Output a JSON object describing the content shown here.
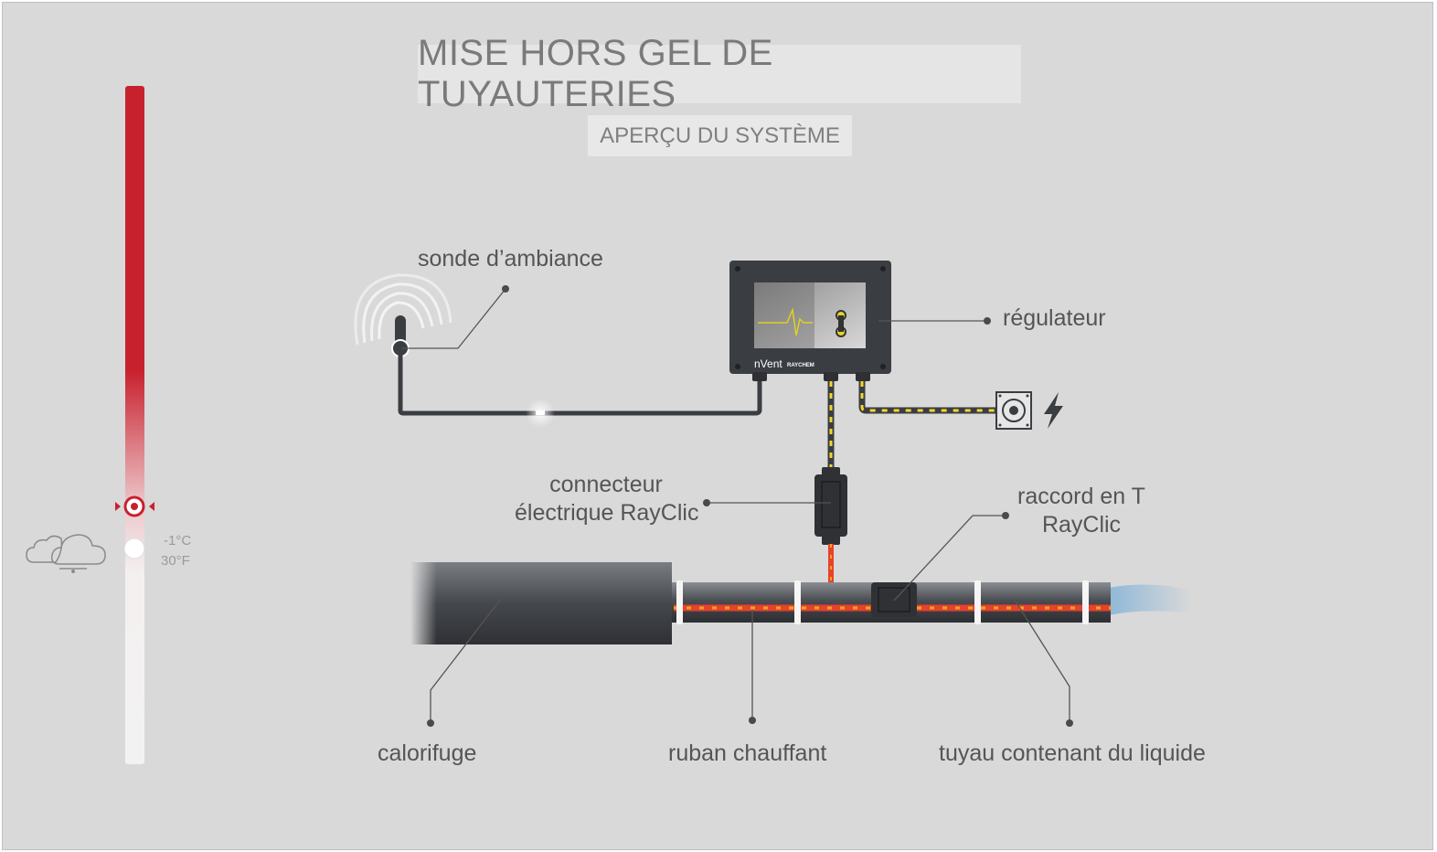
{
  "title": "MISE HORS GEL DE TUYAUTERIES",
  "subtitle": "APERÇU DU SYSTÈME",
  "colors": {
    "background": "#d9d9d9",
    "accent_red": "#c8212e",
    "heating_tape": "#e8412c",
    "tape_dots": "#f2a81d",
    "power_cable_stripe": "#f2d82b",
    "dark_equipment": "#3a3d42",
    "liquid": "#8fb8d8"
  },
  "temperature": {
    "celsius": "-1°C",
    "fahrenheit": "30°F",
    "weather_icon": "cloud-snow-icon",
    "setpoint_icon": "target-icon"
  },
  "labels": {
    "sensor": "sonde d’ambiance",
    "controller": "régulateur",
    "connector_line1": "connecteur",
    "connector_line2": "électrique RayClic",
    "tee_line1": "raccord en T",
    "tee_line2": "RayClic",
    "insulation": "calorifuge",
    "heating_cable": "ruban chauffant",
    "pipe": "tuyau contenant du liquide"
  },
  "controller_brand": {
    "logo": "nVent",
    "product": "RAYCHEM"
  },
  "icons": {
    "power": "lightning-icon",
    "outlet": "power-outlet-icon"
  }
}
